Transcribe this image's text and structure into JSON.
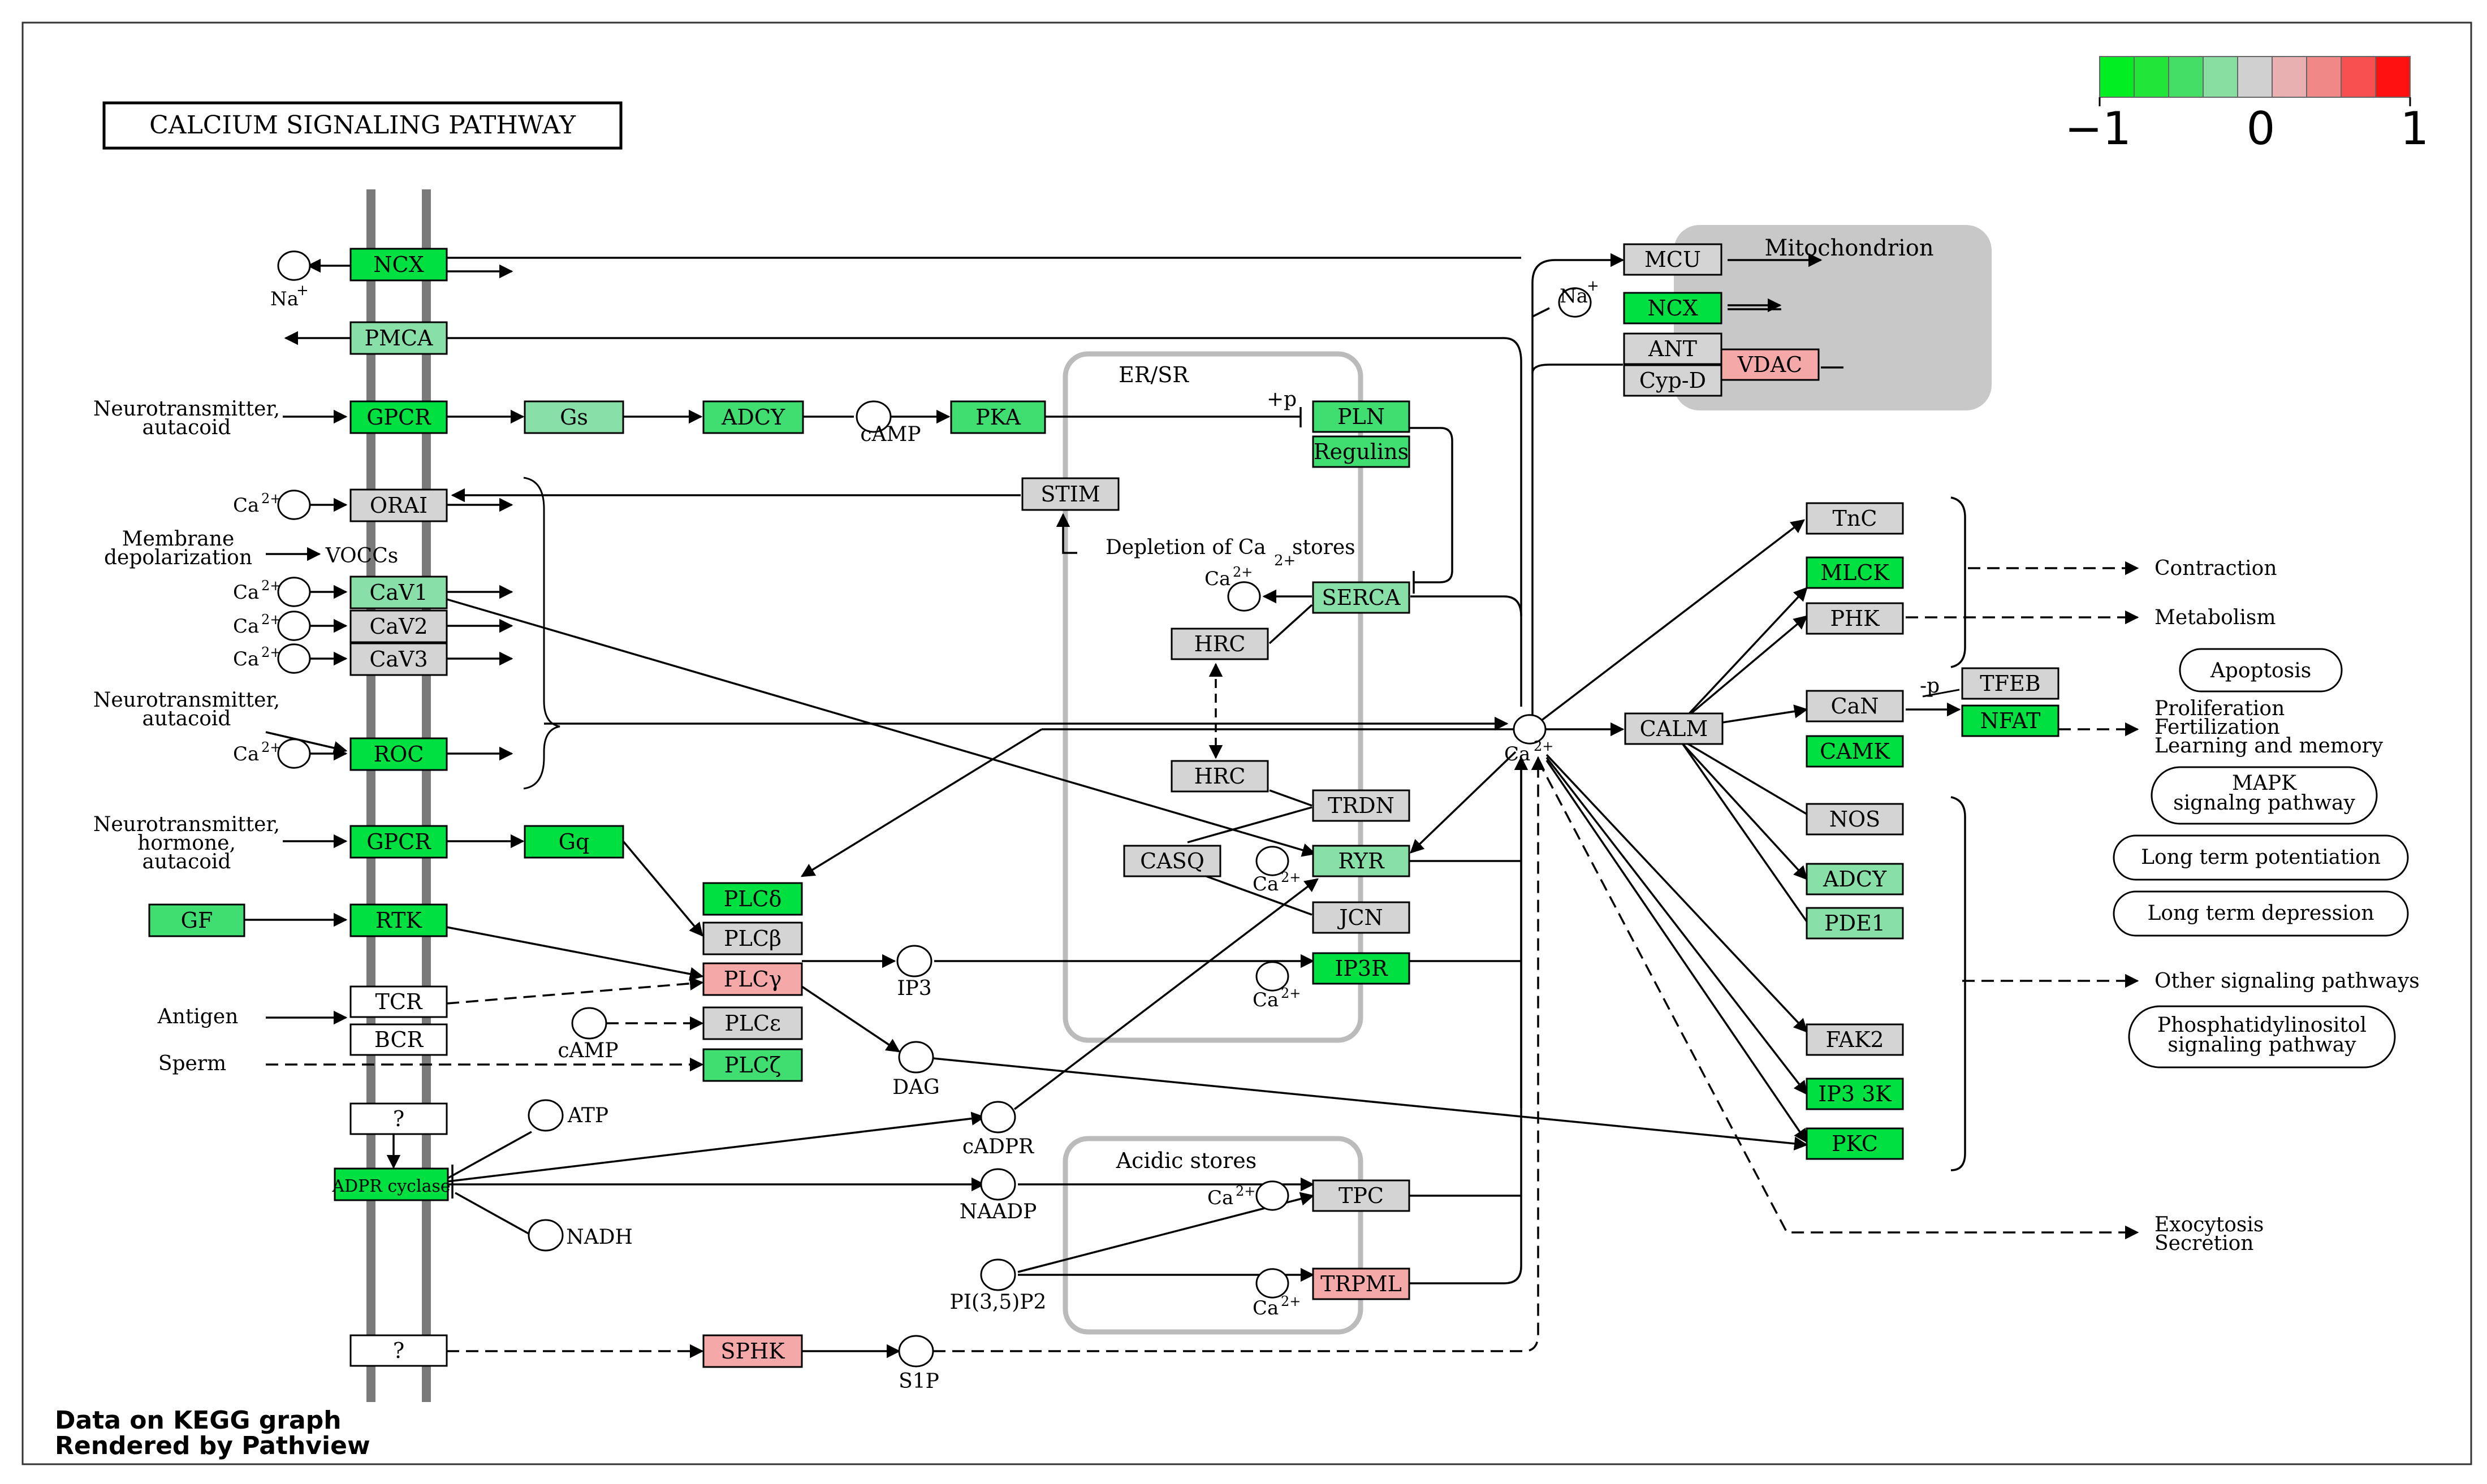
{
  "title": "CALCIUM SIGNALING PATHWAY",
  "legend": {
    "colors": [
      "#00ee22",
      "#22e53a",
      "#44dd66",
      "#88dda0",
      "#d0d0d0",
      "#e8b0b0",
      "#f08888",
      "#f85050",
      "#ff1010"
    ],
    "labels": [
      "−1",
      "0",
      "1"
    ]
  },
  "footer": {
    "line1": "Data on KEGG graph",
    "line2": "Rendered by Pathview"
  },
  "colors": {
    "green_strong": "#00e040",
    "green_mid": "#40dd70",
    "green_light": "#88e0a8",
    "gray": "#d4d4d4",
    "pink": "#f4a8a8",
    "white": "#ffffff",
    "compartment": "#c8c8c8"
  },
  "nodes": {
    "NCX_left": "NCX",
    "PMCA": "PMCA",
    "GPCR_1": "GPCR",
    "Gs": "Gs",
    "ADCY_1": "ADCY",
    "PKA": "PKA",
    "ORAI": "ORAI",
    "STIM": "STIM",
    "CaV1": "CaV1",
    "CaV2": "CaV2",
    "CaV3": "CaV3",
    "ROC": "ROC",
    "GPCR_2": "GPCR",
    "Gq": "Gq",
    "GF": "GF",
    "RTK": "RTK",
    "TCR": "TCR",
    "BCR": "BCR",
    "Q1": "?",
    "ADPRcyclase": "ADPR cyclase",
    "Q2": "?",
    "PLCd": "PLCδ",
    "PLCb": "PLCβ",
    "PLCg": "PLCγ",
    "PLCe": "PLCε",
    "PLCz": "PLCζ",
    "SPHK": "SPHK",
    "PLN": "PLN",
    "Regulins": "Regulins",
    "SERCA": "SERCA",
    "HRC_1": "HRC",
    "HRC_2": "HRC",
    "TRDN": "TRDN",
    "CASQ": "CASQ",
    "RYR": "RYR",
    "JCN": "JCN",
    "IP3R": "IP3R",
    "TPC": "TPC",
    "TRPML": "TRPML",
    "MCU": "MCU",
    "NCX_mito": "NCX",
    "ANT": "ANT",
    "CypD": "Cyp-D",
    "VDAC": "VDAC",
    "CALM": "CALM",
    "TnC": "TnC",
    "MLCK": "MLCK",
    "PHK": "PHK",
    "CaN": "CaN",
    "TFEB": "TFEB",
    "NFAT": "NFAT",
    "CAMK": "CAMK",
    "NOS": "NOS",
    "ADCY_2": "ADCY",
    "PDE1": "PDE1",
    "FAK2": "FAK2",
    "IP33K": "IP3 3K",
    "PKC": "PKC"
  },
  "labels": {
    "neuro1": "Neurotransmitter,",
    "autacoid1": "autacoid",
    "membrane": "Membrane",
    "depolarization": "depolarization",
    "voccs": "VOCCs",
    "neuro2": "Neurotransmitter,",
    "autacoid2": "autacoid",
    "neuro3": "Neurotransmitter,",
    "hormone": "hormone,",
    "autacoid3": "autacoid",
    "antigen": "Antigen",
    "sperm": "Sperm",
    "camp1": "cAMP",
    "camp2": "cAMP",
    "ip3": "IP3",
    "dag": "DAG",
    "cadpr": "cADPR",
    "naadp": "NAADP",
    "pi35p2": "PI(3,5)P2",
    "s1p": "S1P",
    "atp": "ATP",
    "nadh": "NADH",
    "ersr": "ER/SR",
    "acidic": "Acidic stores",
    "mito": "Mitochondrion",
    "depletion": "Depletion of Ca",
    "stores": "stores",
    "plus_p": "+p",
    "minus_p": "-p",
    "contraction": "Contraction",
    "metabolism": "Metabolism",
    "apoptosis": "Apoptosis",
    "proliferation": "Proliferation",
    "fertilization": "Fertilization",
    "learning": "Learning and memory",
    "mapk1": "MAPK",
    "mapk2": "signalng pathway",
    "ltp": "Long term potentiation",
    "ltd": "Long term depression",
    "other": "Other signaling pathways",
    "pi1": "Phosphatidylinositol",
    "pi2": "signaling pathway",
    "exo": "Exocytosis",
    "secretion": "Secretion",
    "na": "Na",
    "ca": "Ca",
    "plus": "+",
    "two_plus": "2+"
  }
}
